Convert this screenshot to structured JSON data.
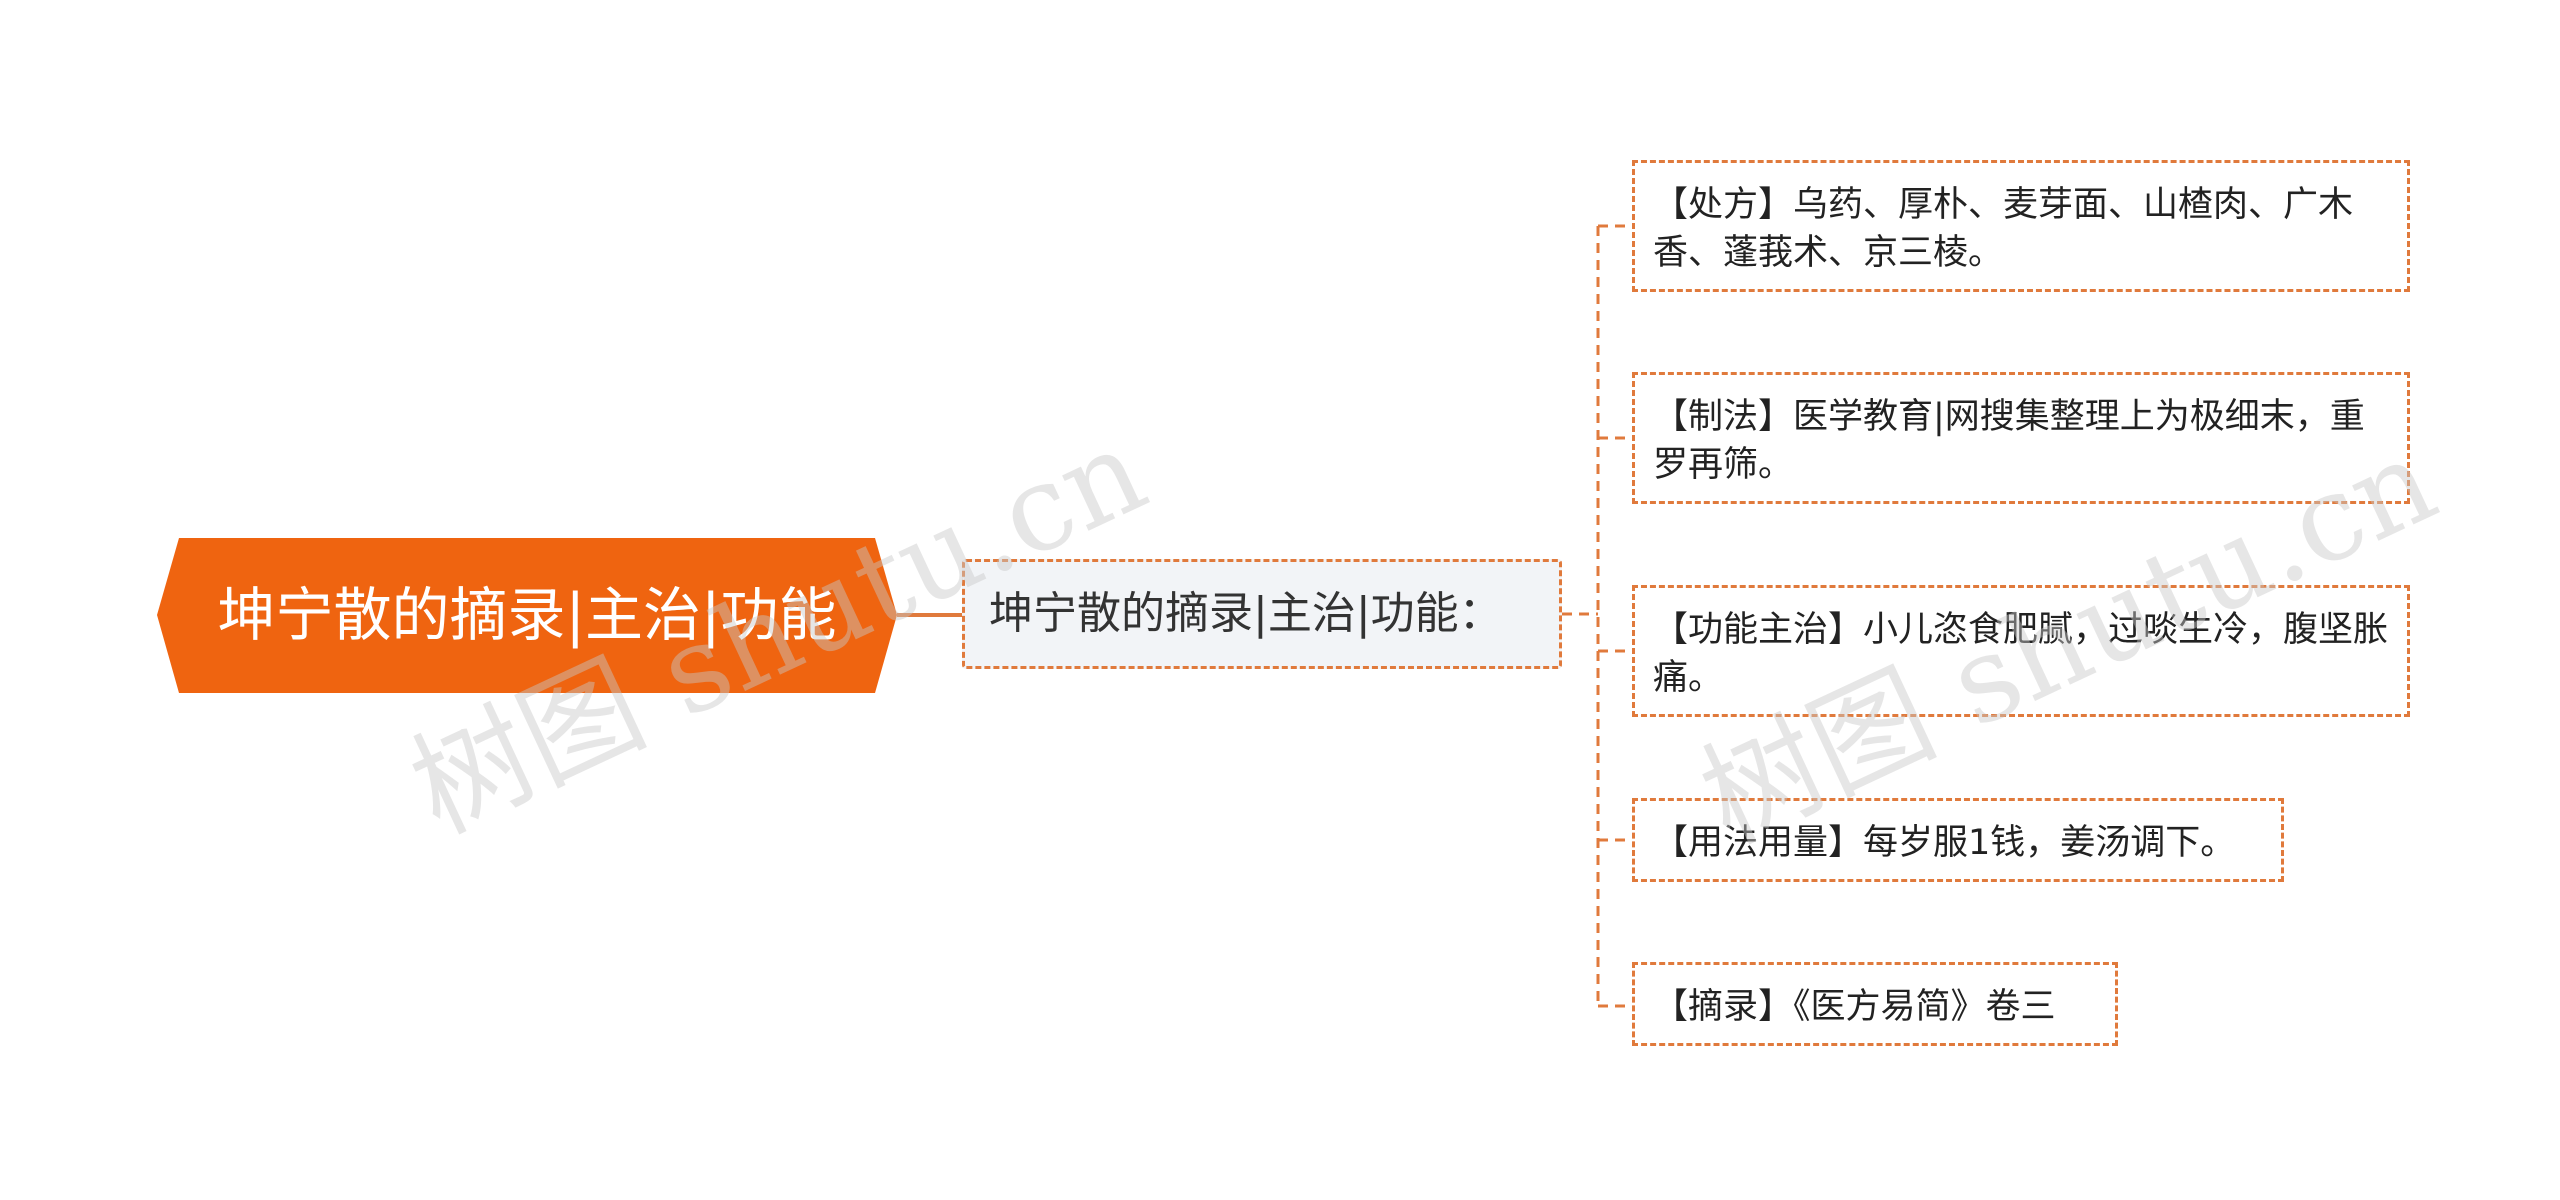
{
  "colors": {
    "root_fill": "#ef6410",
    "accent_line": "#e07a3c",
    "mid_fill": "#f2f4f7",
    "watermark": "#c8c8c8"
  },
  "root": {
    "label": "坤宁散的摘录|主治|功能"
  },
  "subtopic": {
    "label": "坤宁散的摘录|主治|功能："
  },
  "details": [
    {
      "label": "【处方】乌药、厚朴、麦芽面、山楂肉、广木香、蓬莪术、京三棱。"
    },
    {
      "label": "【制法】医学教育|网搜集整理上为极细末，重罗再筛。"
    },
    {
      "label": "【功能主治】小儿恣食肥腻，过啖生冷，腹坚胀痛。"
    },
    {
      "label": "【用法用量】每岁服1钱，姜汤调下。"
    },
    {
      "label": "【摘录】《医方易简》卷三"
    }
  ],
  "watermarks": [
    {
      "text": "树图 shutu.cn"
    },
    {
      "text": "树图 shutu.cn"
    }
  ]
}
